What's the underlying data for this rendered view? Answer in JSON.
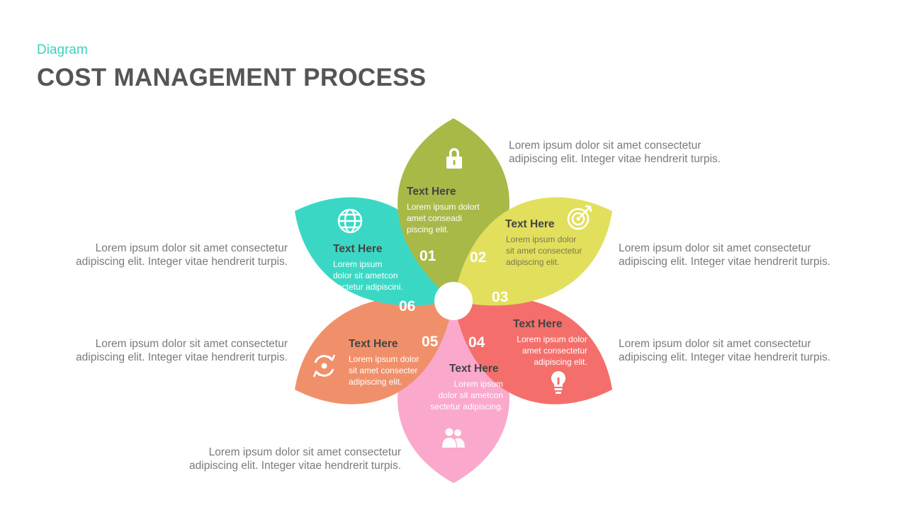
{
  "header": {
    "kicker": "Diagram",
    "title": "COST MANAGEMENT PROCESS"
  },
  "colors": {
    "accent": "#3fd1bd",
    "petal_01": "#a8b948",
    "petal_02": "#e2df5d",
    "petal_03": "#f46f6b",
    "petal_04": "#fba8cd",
    "petal_05": "#f0906b",
    "petal_06": "#3ad8c4"
  },
  "petals": [
    {
      "number": "01",
      "title": "Text Here",
      "lines": [
        "Lorem ipsum dolort",
        "amet conseadi",
        "piscing elit."
      ],
      "icon": "lock-icon"
    },
    {
      "number": "02",
      "title": "Text Here",
      "lines": [
        "Lorem ipsum dolor",
        "sit amet consectetur",
        "adipiscing elit."
      ],
      "icon": "target-icon"
    },
    {
      "number": "03",
      "title": "Text Here",
      "lines": [
        "Lorem ipsum dolor",
        "amet consectetur",
        "adipiscing elit."
      ],
      "icon": "lightbulb-icon"
    },
    {
      "number": "04",
      "title": "Text Here",
      "lines": [
        "Lorem ipsum",
        "dolor sit ametcon",
        "sectetur adipiscing."
      ],
      "icon": "users-icon"
    },
    {
      "number": "05",
      "title": "Text Here",
      "lines": [
        "Lorem ipsum dolor",
        "sit amet consecter",
        "adipiscing elit."
      ],
      "icon": "refresh-icon"
    },
    {
      "number": "06",
      "title": "Text Here",
      "lines": [
        "Lorem ipsum",
        "dolor sit ametcon",
        "sectetur adipiscini."
      ],
      "icon": "globe-icon"
    }
  ],
  "side_notes": [
    {
      "line1": "Lorem ipsum dolor sit amet consectetur",
      "line2": "adipiscing elit. Integer  vitae hendrerit turpis."
    },
    {
      "line1": "Lorem ipsum dolor sit amet consectetur",
      "line2": "adipiscing elit. Integer  vitae hendrerit turpis."
    },
    {
      "line1": "Lorem ipsum dolor sit amet consectetur",
      "line2": "adipiscing elit. Integer  vitae hendrerit turpis."
    },
    {
      "line1": "Lorem ipsum dolor sit amet consectetur",
      "line2": "adipiscing elit. Integer  vitae hendrerit turpis."
    },
    {
      "line1": "Lorem ipsum dolor sit amet consectetur",
      "line2": "adipiscing elit. Integer  vitae hendrerit turpis."
    },
    {
      "line1": "Lorem ipsum dolor sit amet consectetur",
      "line2": "adipiscing elit. Integer  vitae hendrerit turpis."
    }
  ]
}
